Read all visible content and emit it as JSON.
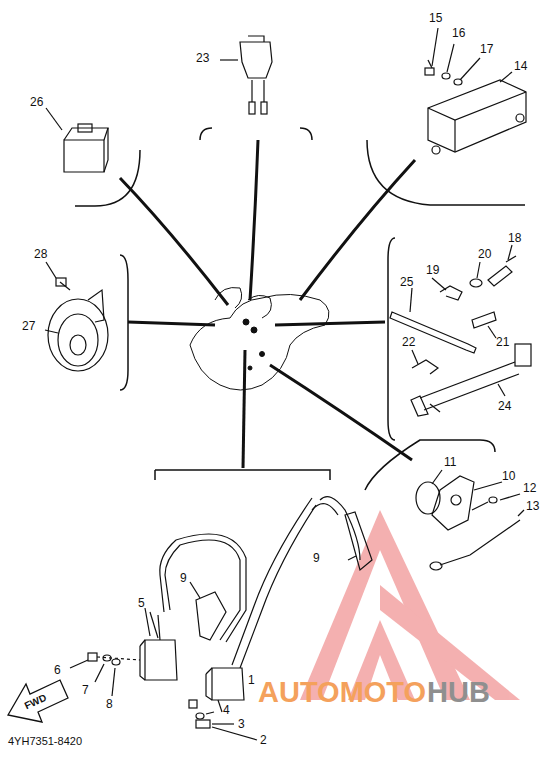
{
  "diagram": {
    "labels": [
      "23",
      "26",
      "15",
      "16",
      "17",
      "14",
      "28",
      "27",
      "18",
      "20",
      "19",
      "25",
      "21",
      "22",
      "24",
      "11",
      "10",
      "12",
      "13",
      "9",
      "9",
      "5",
      "6",
      "7",
      "8",
      "1",
      "4",
      "3",
      "2",
      "FWD",
      "4YH7351-8420",
      "AUTOMOTO",
      "HUB"
    ]
  }
}
